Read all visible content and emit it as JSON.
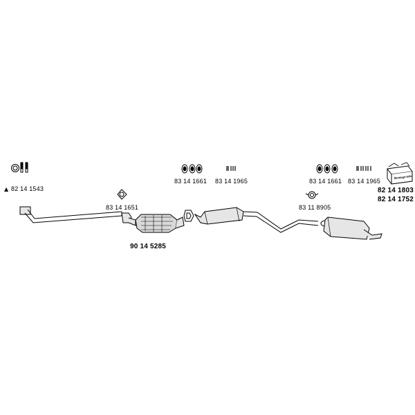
{
  "labels": {
    "gasket_kit": "82 14 1543",
    "gasket_front": "83 14 1651",
    "catalytic_converter": "90 14 5285",
    "rubber_mount_mid": "83 14 1661",
    "clamp_set_mid": "83 14 1965",
    "rubber_mount_rear": "83 14 1661",
    "clamp_set_rear": "83 14 1965",
    "gasket_rear": "83 11 8905",
    "mounting_kit_1": "82 14 1803",
    "mounting_kit_2": "82 14 1752"
  },
  "markers": {
    "triangle": "▲"
  },
  "kit_box_text": "Montage-teile",
  "colors": {
    "line": "#000000",
    "fill_light": "#e6e6e6",
    "fill_mid": "#bdbdbd",
    "background": "#ffffff"
  },
  "icons": [
    "ring-icon",
    "bolt-icon",
    "triangle-marker-icon",
    "rubber-mount-icon",
    "clamp-icon",
    "gasket-icon",
    "mounting-kit-box-icon"
  ]
}
